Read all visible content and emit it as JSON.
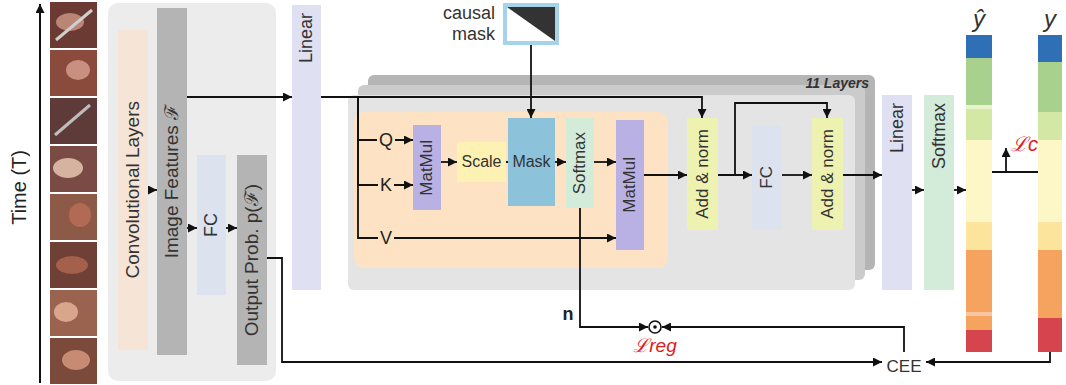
{
  "diagram": {
    "nodes": [
      {
        "text": [
          "Convolutional Layers"
        ]
      },
      {
        "text": [
          "Image Features ℱ"
        ]
      },
      {
        "text": [
          "FC"
        ]
      },
      {
        "text": [
          "Output Prob. p(ℱ)"
        ]
      },
      {
        "text": [
          "Linear"
        ]
      },
      {
        "text": [
          "causal mask"
        ]
      },
      {
        "text": [
          "11 Layers"
        ]
      },
      {
        "text": [
          "MatMul"
        ],
        "in": 6
      },
      {
        "text": [
          "Scale"
        ],
        "in": 6
      },
      {
        "text": [
          "Mask"
        ],
        "in": 6
      },
      {
        "text": [
          "Softmax"
        ],
        "in": 6
      },
      {
        "text": [
          "MatMul"
        ],
        "in": 6
      },
      {
        "text": [
          "Add & norm"
        ],
        "in": 6
      },
      {
        "text": [
          "FC"
        ],
        "in": 6
      },
      {
        "text": [
          "Add & norm"
        ],
        "in": 6
      },
      {
        "text": [
          "Linear"
        ]
      },
      {
        "text": [
          "Softmax"
        ]
      },
      {
        "text": [
          "ŷ"
        ]
      },
      {
        "text": [
          "y"
        ]
      },
      {
        "text": [
          "ℒreg"
        ]
      },
      {
        "text": [
          "CEE"
        ]
      }
    ],
    "edges": [
      {
        "from": 0,
        "to": 1,
        "arrow": "to"
      },
      {
        "from": 1,
        "to": 2,
        "arrow": "to"
      },
      {
        "from": 2,
        "to": 3,
        "arrow": "to"
      },
      {
        "from": 1,
        "to": 4,
        "arrow": "to"
      },
      {
        "from": 4,
        "to": 7,
        "label": "Q",
        "arrow": "to"
      },
      {
        "from": 4,
        "to": 7,
        "label": "K",
        "arrow": "to"
      },
      {
        "from": 4,
        "to": 11,
        "label": "V",
        "arrow": "to"
      },
      {
        "from": 4,
        "to": 12,
        "arrow": "to"
      },
      {
        "from": 5,
        "to": 9,
        "arrow": "to"
      },
      {
        "from": 7,
        "to": 8,
        "arrow": "to"
      },
      {
        "from": 8,
        "to": 9,
        "arrow": "to"
      },
      {
        "from": 9,
        "to": 10,
        "arrow": "to"
      },
      {
        "from": 10,
        "to": 11,
        "arrow": "to"
      },
      {
        "from": 11,
        "to": 12,
        "arrow": "to"
      },
      {
        "from": 12,
        "to": 13,
        "arrow": "to"
      },
      {
        "from": 13,
        "to": 14,
        "arrow": "to"
      },
      {
        "from": 12,
        "to": 14,
        "arrow": "to"
      },
      {
        "from": 14,
        "to": 15,
        "arrow": "to"
      },
      {
        "from": 15,
        "to": 16,
        "arrow": "to"
      },
      {
        "from": 16,
        "to": 17,
        "arrow": "to"
      },
      {
        "from": 17,
        "to": 18,
        "arrow": "none"
      },
      {
        "from": 10,
        "to": 19,
        "label": "n",
        "arrow": "to"
      },
      {
        "from": 3,
        "to": 20,
        "arrow": "to"
      },
      {
        "from": 18,
        "to": 20,
        "arrow": "to"
      },
      {
        "from": 20,
        "to": 19,
        "arrow": "to"
      }
    ],
    "labels": [
      "Time (T)",
      "ℒc"
    ]
  }
}
